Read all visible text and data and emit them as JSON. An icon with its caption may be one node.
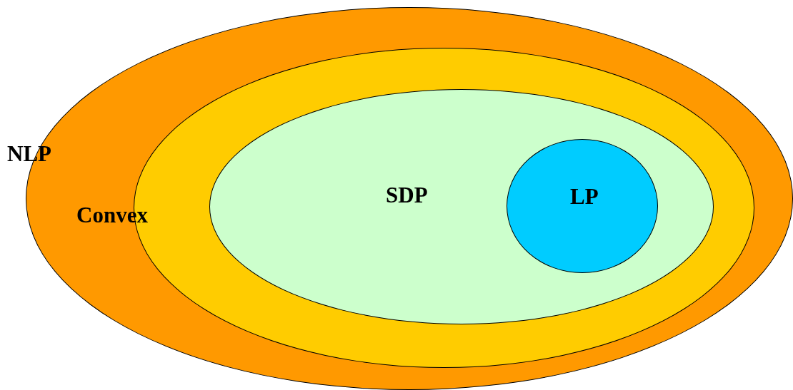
{
  "diagram": {
    "nodes": [
      {
        "text": [
          "NLP"
        ]
      },
      {
        "text": [
          "Convex"
        ],
        "in": 0
      },
      {
        "text": [
          "SDP"
        ],
        "in": 1
      },
      {
        "text": [
          "LP"
        ],
        "in": 2
      }
    ]
  }
}
